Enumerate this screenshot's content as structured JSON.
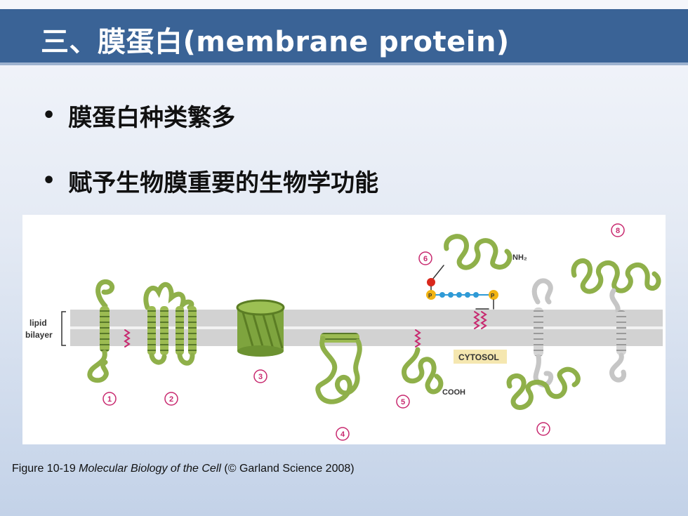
{
  "slide": {
    "title": "三、膜蛋白(membrane protein)",
    "bullets": [
      "膜蛋白种类繁多",
      "赋予生物膜重要的生物学功能"
    ]
  },
  "figure": {
    "label_lipid": "lipid",
    "label_bilayer": "bilayer",
    "label_cytosol": "CYTOSOL",
    "label_nh2": "NH₂",
    "label_cooh": "COOH",
    "label_p": "P",
    "numbers": [
      "1",
      "2",
      "3",
      "4",
      "5",
      "6",
      "7",
      "8"
    ]
  },
  "caption": {
    "prefix": "Figure 10-19 ",
    "book": "Molecular Biology of the Cell",
    "suffix": " (© Garland Science 2008)"
  },
  "colors": {
    "title_bar": "#3a6396",
    "protein": "#8fb04a",
    "protein_dark": "#4f6e1f",
    "membrane": "#d0d0d0",
    "marker": "#c8296f",
    "grey_protein": "#c0c0c0"
  }
}
